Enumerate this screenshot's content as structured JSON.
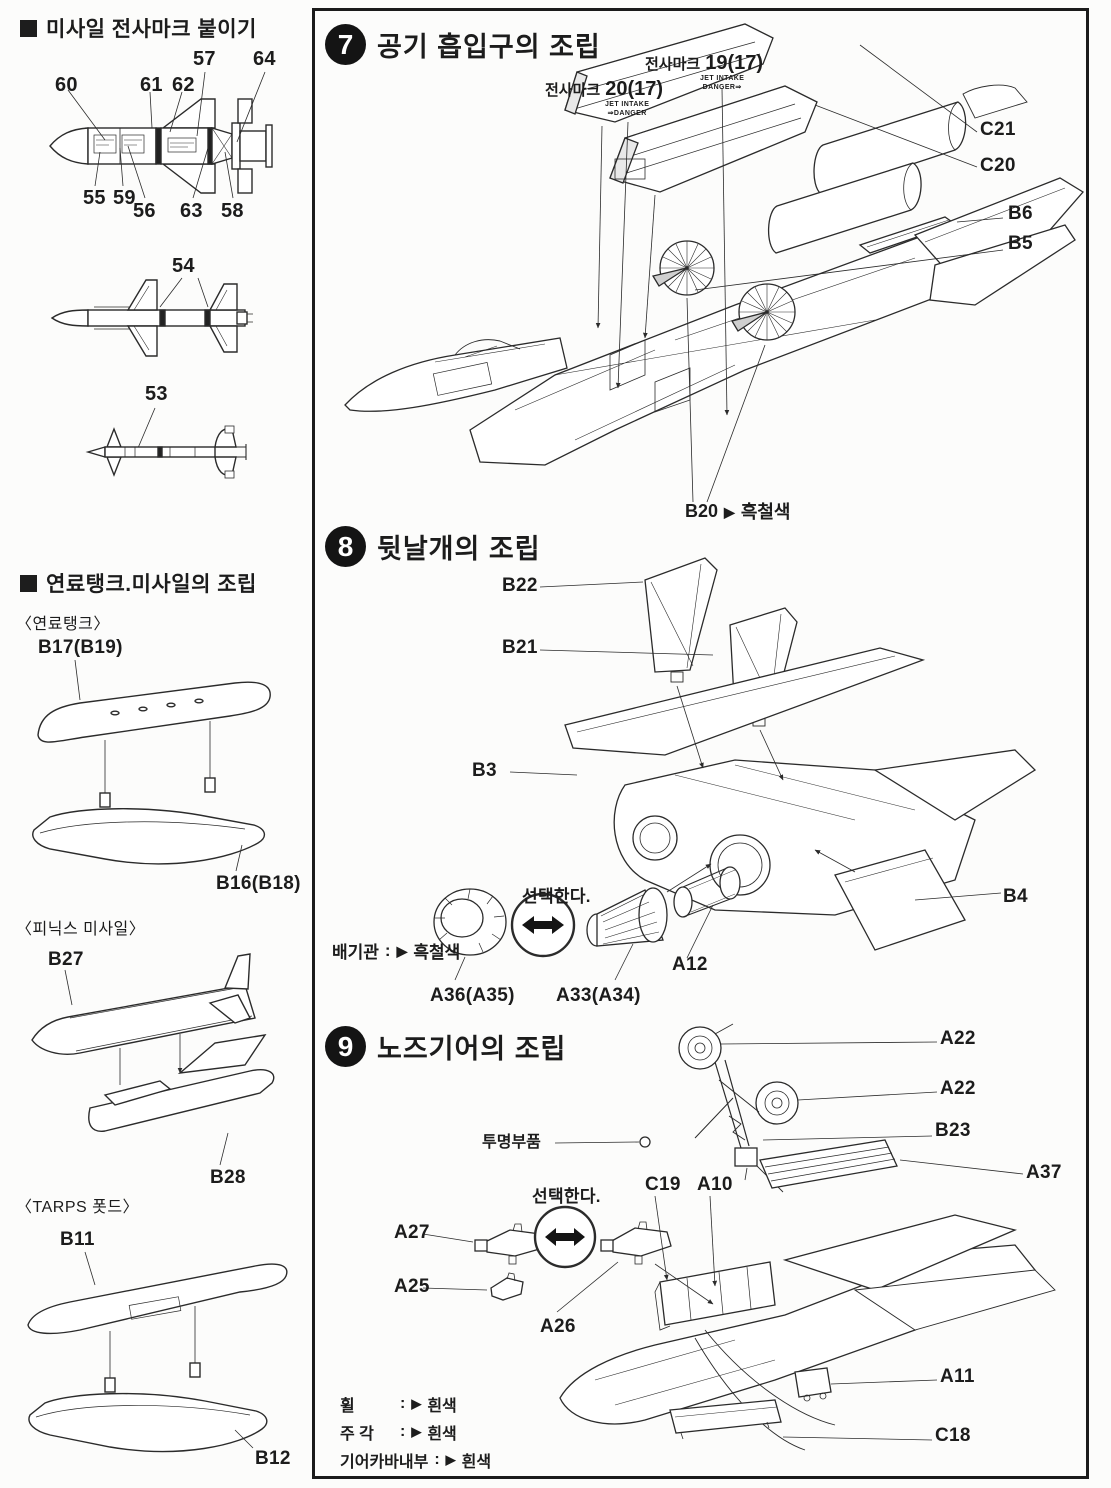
{
  "glyphs": {
    "arrow": "▶",
    "colon": ":"
  },
  "left": {
    "decal_title": "미사일 전사마크 붙이기",
    "missile1_callouts": [
      "60",
      "61",
      "62",
      "57",
      "64",
      "55",
      "59",
      "56",
      "63",
      "58"
    ],
    "missile54": "54",
    "missile53": "53",
    "assembly_title": "연료탱크.미사일의 조립",
    "fuel_caption": "〈연료탱크〉",
    "fuel_top": "B17(B19)",
    "fuel_bottom": "B16(B18)",
    "phoenix_caption": "〈피닉스 미사일〉",
    "phoenix_top": "B27",
    "phoenix_bottom": "B28",
    "tarps_caption": "〈TARPS 폿드〉",
    "tarps_top": "B11",
    "tarps_bottom": "B12"
  },
  "step7": {
    "number": "7",
    "title": "공기 흡입구의 조립",
    "decal20_prefix": "전사마크",
    "decal20_num": "20(17)",
    "decal20_small1": "JET INTAKE",
    "decal20_small2": "⇒DANGER",
    "decal19_prefix": "전사마크",
    "decal19_num": "19(17)",
    "decal19_small1": "JET INTAKE",
    "decal19_small2": "DANGER⇒",
    "c21": "C21",
    "c20": "C20",
    "b6": "B6",
    "b5": "B5",
    "note_part": "B20",
    "note_color": "흑철색"
  },
  "step8": {
    "number": "8",
    "title": "뒷날개의 조립",
    "b22": "B22",
    "b21": "B21",
    "b3": "B3",
    "b4": "B4",
    "select": "선택한다.",
    "exhaust_label": "배기관",
    "exhaust_color": "흑철색",
    "a36": "A36(A35)",
    "a33": "A33(A34)",
    "a12": "A12"
  },
  "step9": {
    "number": "9",
    "title": "노즈기어의 조립",
    "a22_1": "A22",
    "a22_2": "A22",
    "b23": "B23",
    "a37": "A37",
    "clear_label": "투명부품",
    "c19": "C19",
    "a10": "A10",
    "select": "선택한다.",
    "a27": "A27",
    "a25": "A25",
    "a26": "A26",
    "a11": "A11",
    "c18": "C18",
    "notes": [
      {
        "label": "휠",
        "color": "흰색"
      },
      {
        "label": "주 각",
        "color": "흰색"
      },
      {
        "label": "기어카바내부",
        "color": "흰색"
      }
    ]
  }
}
